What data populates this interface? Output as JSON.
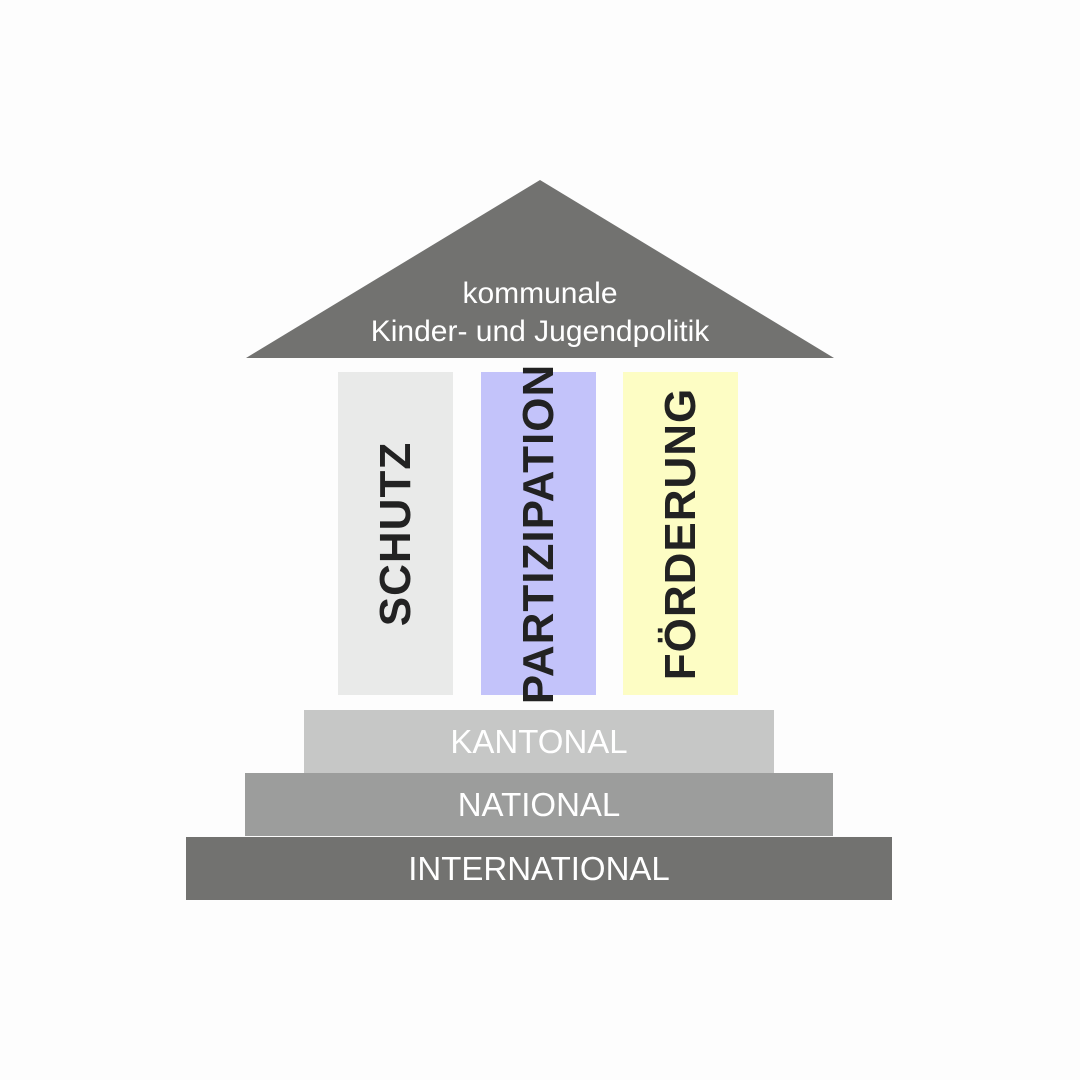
{
  "roof": {
    "line1": "kommunale",
    "line2": "Kinder- und Jugendpolitik",
    "color": "#727270"
  },
  "pillars": [
    {
      "label": "SCHUTZ",
      "color": "#e9eae9"
    },
    {
      "label": "PARTIZIPATION",
      "color": "#c3c3fa"
    },
    {
      "label": "FÖRDERUNG",
      "color": "#fdfdc4"
    }
  ],
  "steps": [
    {
      "label": "KANTONAL",
      "color": "#c6c7c6"
    },
    {
      "label": "NATIONAL",
      "color": "#9c9d9c"
    },
    {
      "label": "INTERNATIONAL",
      "color": "#727270"
    }
  ]
}
